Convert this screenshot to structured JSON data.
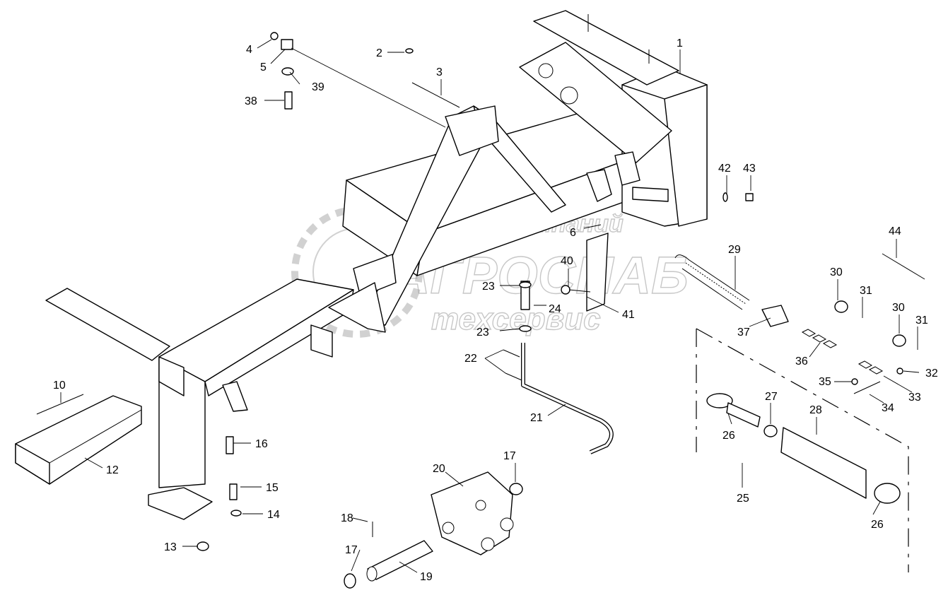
{
  "watermark": {
    "line1": "группа компаний",
    "line2": "АГРОСНАБ",
    "line3": "техсервис"
  },
  "callouts": [
    "1",
    "2",
    "3",
    "4",
    "5",
    "6",
    "10",
    "12",
    "13",
    "14",
    "15",
    "16",
    "17",
    "17",
    "18",
    "19",
    "20",
    "21",
    "22",
    "23",
    "23",
    "24",
    "25",
    "26",
    "26",
    "27",
    "28",
    "29",
    "30",
    "30",
    "31",
    "31",
    "32",
    "33",
    "34",
    "35",
    "36",
    "37",
    "38",
    "39",
    "40",
    "41",
    "42",
    "43",
    "44"
  ]
}
